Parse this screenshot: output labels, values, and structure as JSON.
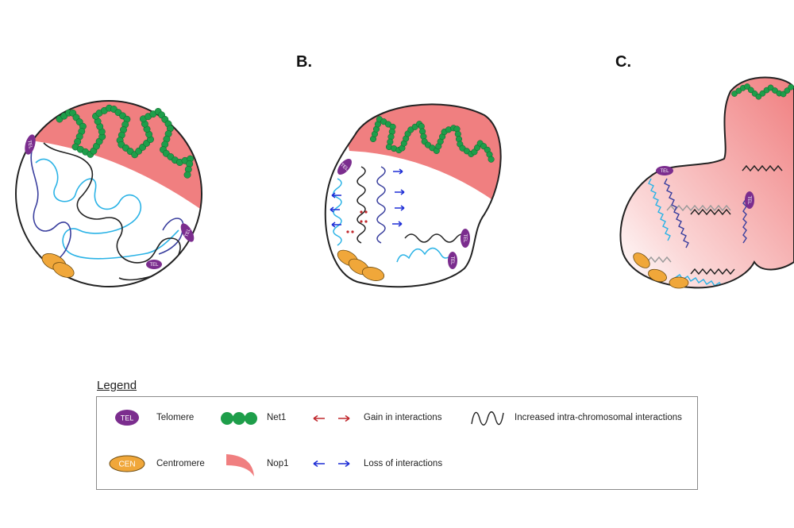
{
  "panels": {
    "b_label": "B.",
    "c_label": "C."
  },
  "figure_text": {
    "tel": "TEL",
    "cen": "CEN"
  },
  "legend": {
    "title": "Legend",
    "items": {
      "telomere": "Telomere",
      "centromere": "Centromere",
      "net1": "Net1",
      "nop1": "Nop1",
      "gain": "Gain in interactions",
      "loss": "Loss of interactions",
      "intra": "Increased intra-chromosomal interactions"
    }
  },
  "colors": {
    "telomere": "#7b2d8e",
    "centromere": "#f0a73a",
    "net1": "#1e9e4a",
    "nop1": "#f07f80",
    "gain": "#c0282d",
    "loss": "#1f2fd6",
    "chromatin_light": "#2bb3e6",
    "chromatin_dark": "#3a3f9e",
    "chromatin_black": "#222222"
  },
  "icons": [
    "telomere-icon",
    "centromere-icon",
    "net1-icon",
    "nop1-icon",
    "gain-arrow-icon",
    "loss-arrow-icon",
    "squiggle-icon"
  ]
}
